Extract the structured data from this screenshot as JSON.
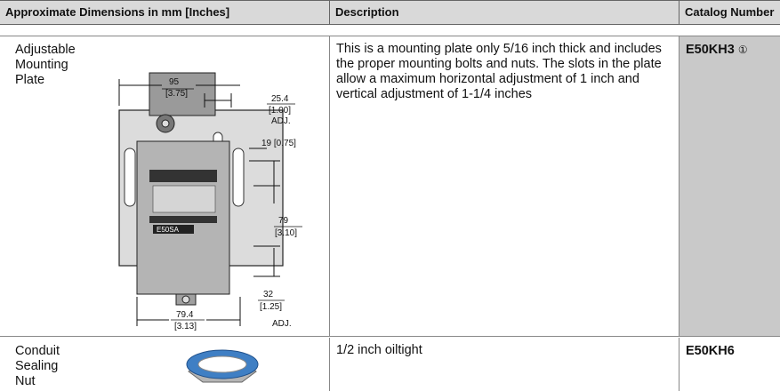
{
  "table": {
    "headers": [
      "Approximate Dimensions in mm [Inches]",
      "Description",
      "Catalog Number"
    ],
    "rows": [
      {
        "name": "Adjustable Mounting Plate",
        "name_lines": [
          "Adjustable",
          "Mounting",
          "Plate"
        ],
        "description": "This is a mounting plate only 5/16 inch thick and includes the proper mounting bolts and nuts. The slots in the plate allow a maximum horizontal adjustment of 1 inch and vertical adjustment of 1-1/4 inches",
        "catalog_number": "E50KH3",
        "footnote_mark": "①",
        "dimensions": {
          "width_mm": "95",
          "width_in": "[3.75]",
          "top_adj_mm": "25.4",
          "top_adj_in": "[1.00]",
          "adj_label": "ADJ.",
          "offset": "19 [0.75]",
          "vertical_mm": "79",
          "vertical_in": "[3.10]",
          "bottom_adj_mm": "32",
          "bottom_adj_in": "[1.25]",
          "bottom_width_mm": "79.4",
          "bottom_width_in": "[3.13]",
          "switch_text": "E50SA"
        }
      },
      {
        "name": "Conduit Sealing Nut",
        "name_lines": [
          "Conduit",
          "Sealing",
          "Nut"
        ],
        "description": "1/2 inch oiltight",
        "catalog_number": "E50KH6"
      }
    ]
  },
  "colors": {
    "header_bg": "#d9d9d9",
    "catalog_bg": "#c9c9c9",
    "nut_blue": "#3f7fc4"
  }
}
